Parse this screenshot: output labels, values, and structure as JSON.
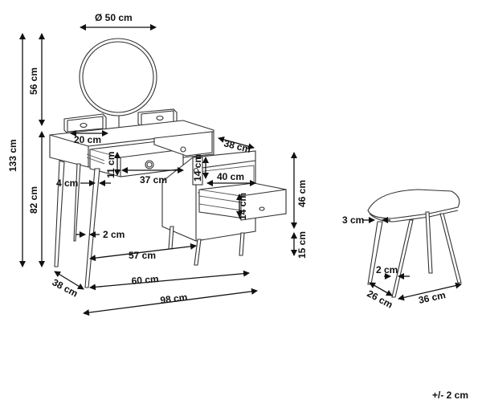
{
  "dimensions": {
    "mirror_diameter": "Ø 50 cm",
    "mirror_height": "56 cm",
    "total_height": "133 cm",
    "table_height": "82 cm",
    "small_drawer_width": "20 cm",
    "drawer_depth": "38 cm",
    "drawer_height_small": "11 cm",
    "drawer_width_large": "37 cm",
    "leg_thickness": "4 cm",
    "shelf_height": "14 cm",
    "shelf_width": "40 cm",
    "lower_drawer_height": "14 cm",
    "cabinet_height": "46 cm",
    "cabinet_leg_height": "15 cm",
    "leg_gap": "2 cm",
    "knee_width": "57 cm",
    "table_depth": "38 cm",
    "inner_width": "60 cm",
    "total_width": "98 cm",
    "stool_leg": "3 cm",
    "stool_leg_gap": "2 cm",
    "stool_depth": "26 cm",
    "stool_width": "36 cm"
  },
  "tolerance": "+/- 2 cm"
}
